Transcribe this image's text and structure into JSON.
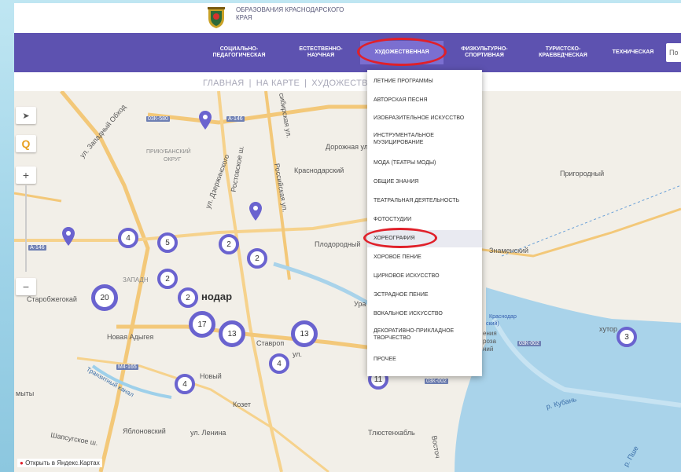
{
  "header": {
    "org_lines": [
      "ОБРАЗОВАНИЯ КРАСНОДАРСКОГО",
      "КРАЯ"
    ]
  },
  "nav": {
    "items": [
      {
        "label_lines": [
          "СОЦИАЛЬНО-",
          "ПЕДАГОГИЧЕСКАЯ"
        ]
      },
      {
        "label_lines": [
          "ЕСТЕСТВЕННО-",
          "НАУЧНАЯ"
        ]
      },
      {
        "label_lines": [
          "ХУДОЖЕСТВЕННАЯ"
        ]
      },
      {
        "label_lines": [
          "ФИЗКУЛЬТУРНО-",
          "СПОРТИВНАЯ"
        ]
      },
      {
        "label_lines": [
          "ТУРИСТСКО-",
          "КРАЕВЕДЧЕСКАЯ"
        ]
      },
      {
        "label_lines": [
          "ТЕХНИЧЕСКАЯ"
        ]
      }
    ],
    "search_placeholder": "По"
  },
  "breadcrumb": {
    "items": [
      "ГЛАВНАЯ",
      "НА КАРТЕ",
      "ХУДОЖЕСТВЕНН"
    ],
    "sep": "|"
  },
  "dropdown": {
    "items": [
      {
        "lines": [
          "ЛЕТНИЕ ПРОГРАММЫ"
        ]
      },
      {
        "lines": [
          "АВТОРСКАЯ ПЕСНЯ"
        ]
      },
      {
        "lines": [
          "ИЗОБРАЗИТЕЛЬНОЕ ИСКУССТВО"
        ]
      },
      {
        "lines": [
          "ИНСТРУМЕНТАЛЬНОЕ",
          "МУЗИЦИРОВАНИЕ"
        ]
      },
      {
        "lines": [
          "МОДА (ТЕАТРЫ МОДЫ)"
        ]
      },
      {
        "lines": [
          "ОБЩИЕ ЗНАНИЯ"
        ]
      },
      {
        "lines": [
          "ТЕАТРАЛЬНАЯ ДЕЯТЕЛЬНОСТЬ"
        ]
      },
      {
        "lines": [
          "ФОТОСТУДИИ"
        ]
      },
      {
        "lines": [
          "ХОРЕОГРАФИЯ"
        ]
      },
      {
        "lines": [
          "ХОРОВОЕ ПЕНИЕ"
        ]
      },
      {
        "lines": [
          "ЦИРКОВОЕ ИСКУССТВО"
        ]
      },
      {
        "lines": [
          "ЭСТРАДНОЕ ПЕНИЕ"
        ]
      },
      {
        "lines": [
          "ВОКАЛЬНОЕ ИСКУССТВО"
        ]
      },
      {
        "lines": [
          "ДЕКОРАТИВНО-ПРИКЛАДНОЕ",
          "ТВОРЧЕСТВО"
        ]
      },
      {
        "lines": [
          "ПРОЧЕЕ"
        ]
      }
    ],
    "highlighted": "ХОРЕОГРАФИЯ"
  },
  "map": {
    "labels": [
      "ул. Западный Обход",
      "ПРИКУБАНСКИЙ",
      "ОКРУГ",
      "ул. Дзержинского",
      "Ростовское ш.",
      "Российская ул.",
      "сибирская ул.",
      "Дорожная ул",
      "Краснодарский",
      "Пригородный",
      "Плодородный",
      "Знаменский",
      "ЗАПАДН",
      "Старобжегокай",
      "нодар",
      "Новая Адыгея",
      "Ставроп",
      "ул.",
      "Ура",
      "Краснодар",
      "ский)",
      "ения",
      "роза",
      "ний",
      "хутор",
      "Новый",
      "Козет",
      "Яблоновский",
      "ул. Ленина",
      "Тлюстенхабль",
      "Восточ",
      "Шапсугское ш.",
      "мыты",
      "р. Кубань",
      "р. Пше",
      "Транзитный канал"
    ],
    "road_labels": [
      "03К-580",
      "А-146",
      "А-146",
      "03К-002",
      "03К-002",
      "М4-165"
    ],
    "clusters": [
      "4",
      "5",
      "2",
      "2",
      "2",
      "20",
      "2",
      "17",
      "13",
      "13",
      "4",
      "4",
      "11",
      "3"
    ],
    "yandex_link": "Открыть в Яндекс.Картах"
  },
  "controls": {
    "locate_icon": "➤",
    "search_icon": "Q",
    "zoom_in": "+",
    "zoom_out": "−"
  },
  "colors": {
    "nav": "#5d52b0",
    "cluster": "#6a63cf",
    "highlight_oval": "#e0202a"
  }
}
